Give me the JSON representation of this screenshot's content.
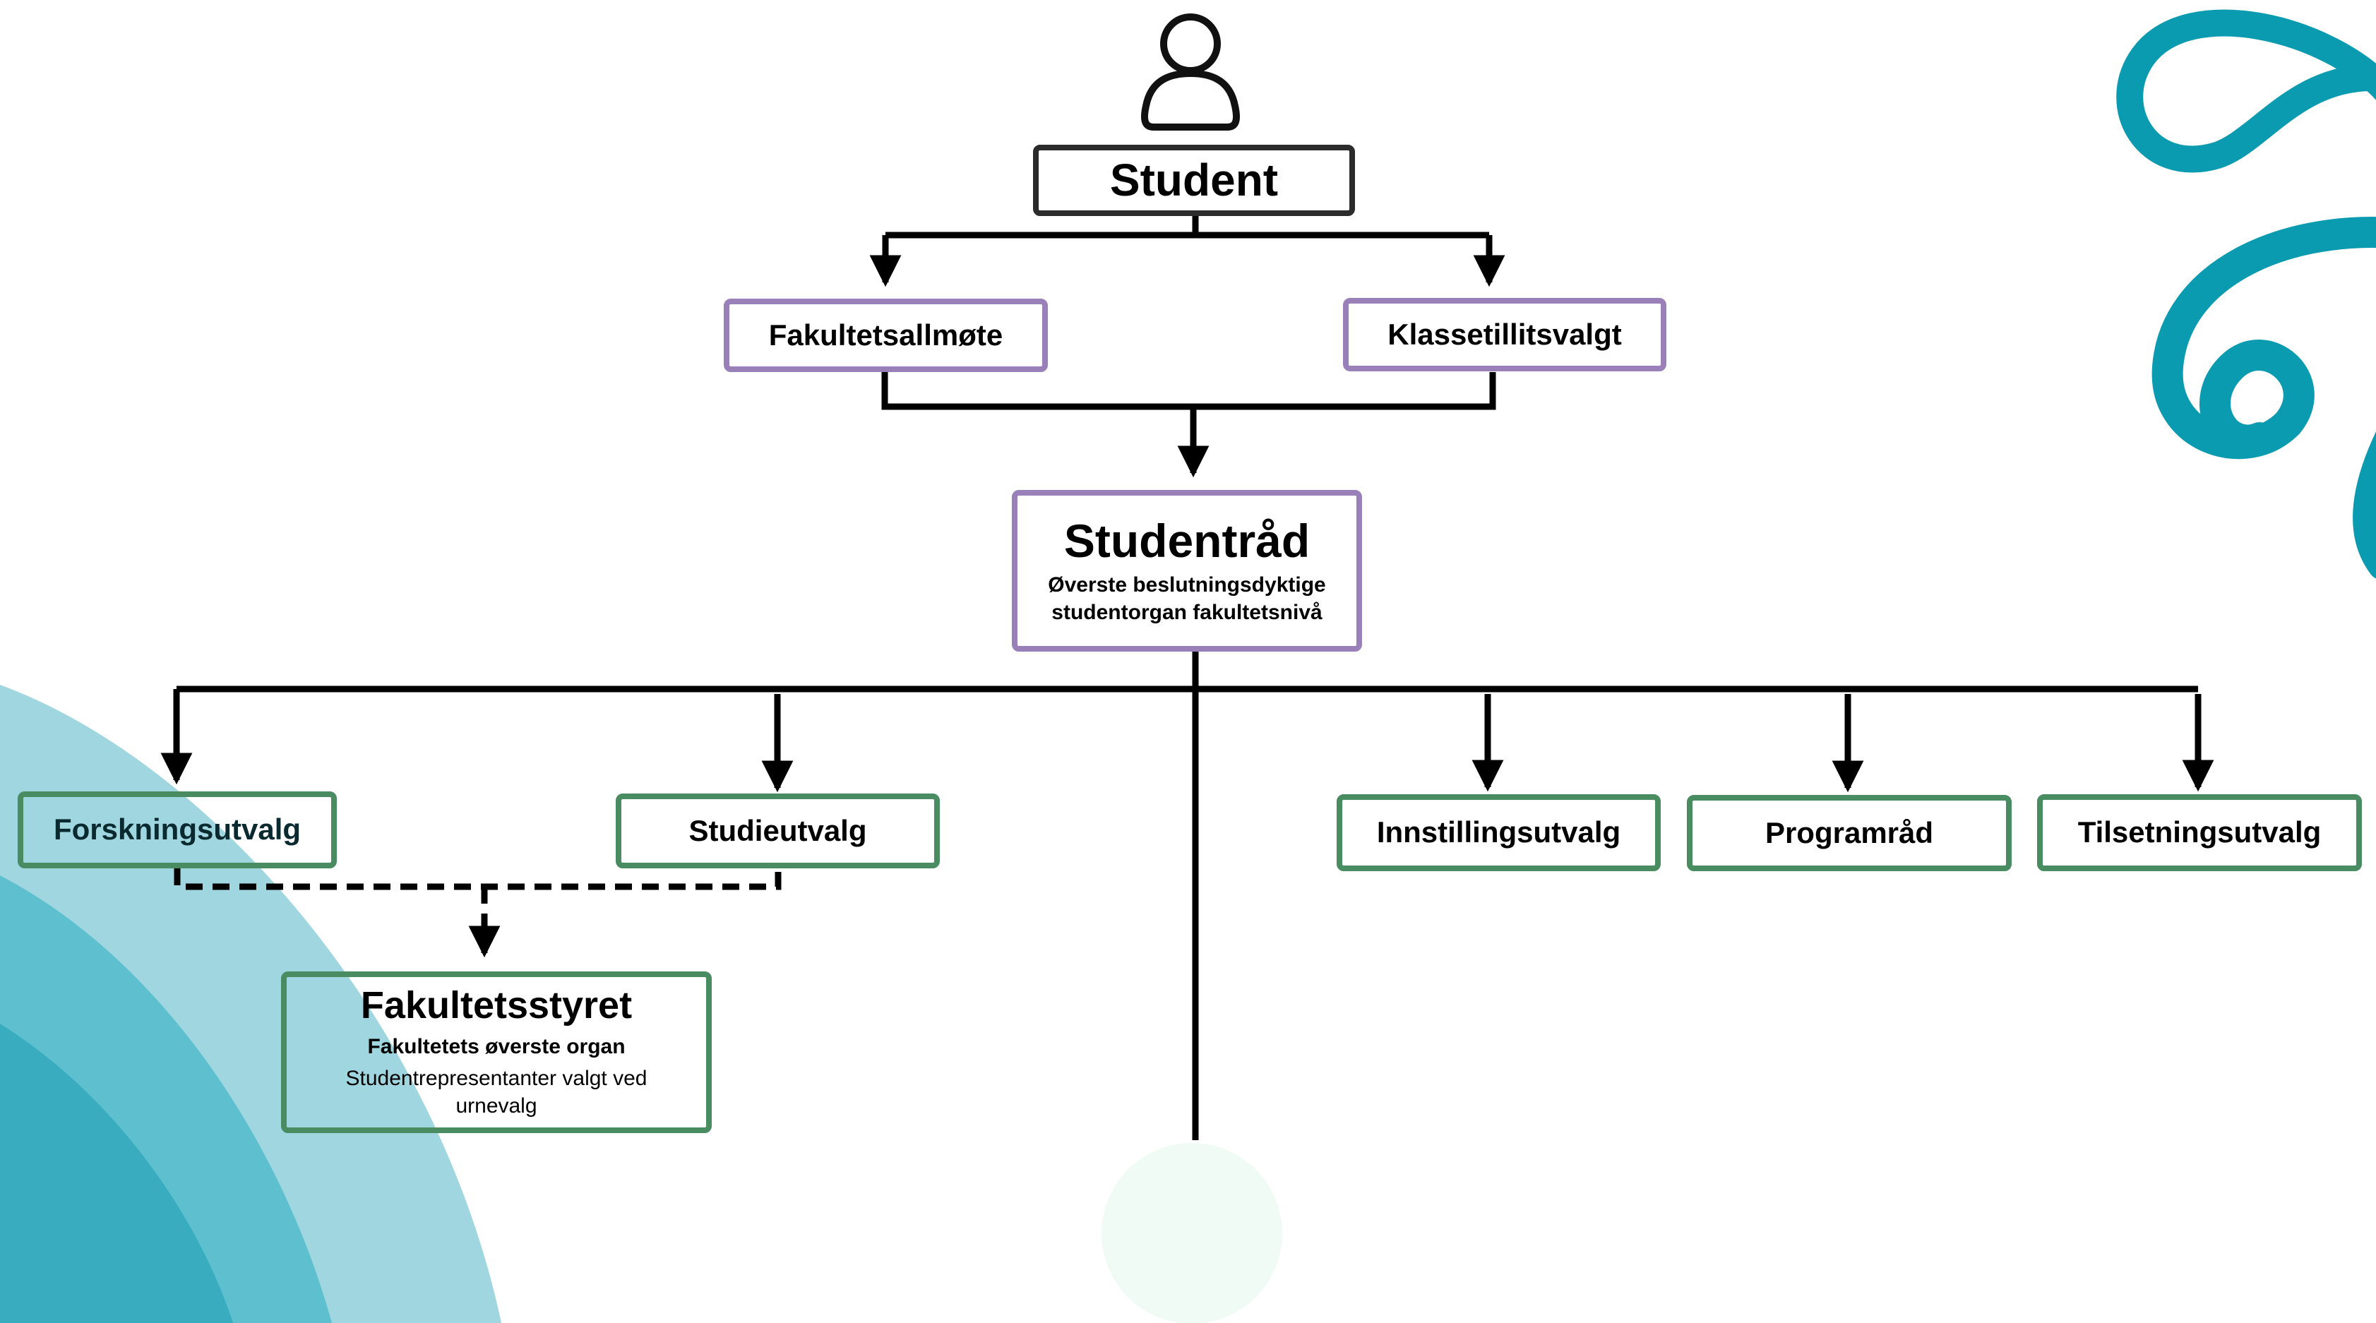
{
  "colors": {
    "teal_dark": "#0b9bb0",
    "teal_mid": "#5ec0cf",
    "teal_light": "#9fd6df",
    "purple_border": "#9a80b9",
    "green_border": "#4a8c62",
    "line": "#000000"
  },
  "icons": {
    "student": "person-icon"
  },
  "nodes": {
    "student": {
      "title": "Student"
    },
    "fakultetsallmote": {
      "title": "Fakultetsallmøte"
    },
    "klassetillitsvalgt": {
      "title": "Klassetillitsvalgt"
    },
    "studentrad": {
      "title": "Studentråd",
      "subtitle_line1": "Øverste beslutningsdyktige",
      "subtitle_line2": "studentorgan fakultetsnivå"
    },
    "forskningsutvalg": {
      "title": "Forskningsutvalg"
    },
    "studieutvalg": {
      "title": "Studieutvalg"
    },
    "innstillingsutvalg": {
      "title": "Innstillingsutvalg"
    },
    "programrad": {
      "title": "Programråd"
    },
    "tilsetningsutvalg": {
      "title": "Tilsetningsutvalg"
    },
    "fakultetsstyret": {
      "title": "Fakultetsstyret",
      "subtitle": "Fakultetets øverste organ",
      "note_line1": "Studentrepresentanter valgt ved",
      "note_line2": "urnevalg"
    }
  }
}
